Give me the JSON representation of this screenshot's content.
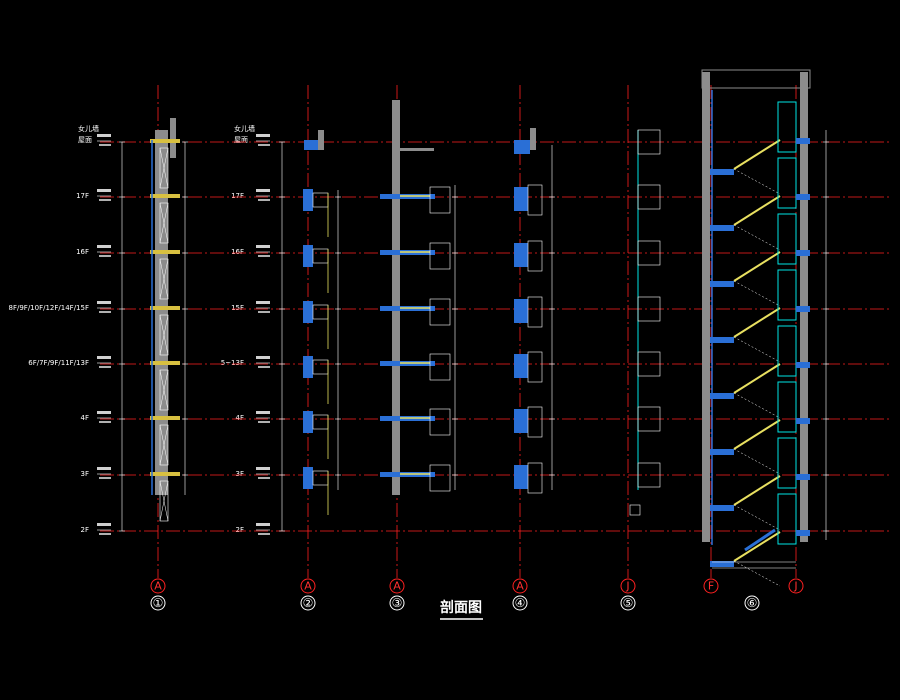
{
  "title": "剖面图",
  "parapet_label": "女儿墙",
  "roof_label": "屋面",
  "level_labels": [
    {
      "id": "17f",
      "text": "17F"
    },
    {
      "id": "16f",
      "text": "16F"
    },
    {
      "id": "15f",
      "text": "8F/9F/10F/12F/14F/15F"
    },
    {
      "id": "13f",
      "text": "6F/7F/9F/11F/13F"
    },
    {
      "id": "4f",
      "text": "4F"
    },
    {
      "id": "3f",
      "text": "3F"
    },
    {
      "id": "2f",
      "text": "2F"
    }
  ],
  "level_labels_b": [
    {
      "id": "17f",
      "text": "17F"
    },
    {
      "id": "16f",
      "text": "16F"
    },
    {
      "id": "15f",
      "text": "15F"
    },
    {
      "id": "13f",
      "text": "5~13F"
    },
    {
      "id": "4f",
      "text": "4F"
    },
    {
      "id": "3f",
      "text": "3F"
    },
    {
      "id": "2f",
      "text": "2F"
    }
  ],
  "sections": [
    {
      "axis": "A",
      "number": "①"
    },
    {
      "axis": "A",
      "number": "②"
    },
    {
      "axis": "A",
      "number": "③"
    },
    {
      "axis": "A",
      "number": "④"
    },
    {
      "axis": "J",
      "number": "⑤"
    },
    {
      "axis_left": "F",
      "axis_right": "J",
      "number": "⑥"
    }
  ],
  "colors": {
    "background": "#000000",
    "axis_line": "#ff2020",
    "level_line": "#ff2020",
    "wall": "#8c8c8c",
    "slab_blue": "#2a6fd6",
    "stair": "#e8e060",
    "railing_cyan": "#00e5e5",
    "text": "#ffffff"
  }
}
